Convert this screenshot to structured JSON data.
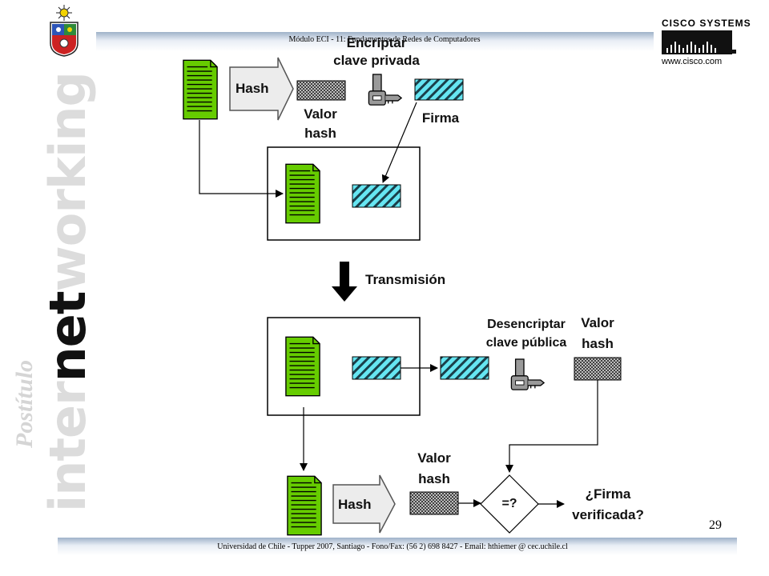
{
  "header": {
    "course": "Módulo ECI - 11: Fundamentos de Redes de Computadores"
  },
  "footer": {
    "contact": "Universidad de Chile - Tupper 2007, Santiago - Fono/Fax: (56 2) 698 8427 - Email: hthiemer @ cec.uchile.cl"
  },
  "page_number": "29",
  "sidebar": {
    "word_pre": "inter",
    "word_mid": "net",
    "word_post": "working",
    "subtitle": "Postítulo"
  },
  "logos": {
    "cisco_name": "CISCO SYSTEMS",
    "cisco_url": "www.cisco.com",
    "university_seal": "coat-of-arms-icon"
  },
  "diagram": {
    "hash_top": "Hash",
    "encrypt_title": "Encriptar",
    "encrypt_sub": "clave privada",
    "hash_value_top_1": "Valor",
    "hash_value_top_2": "hash",
    "signature": "Firma",
    "transmission": "Transmisión",
    "decrypt_title": "Desencriptar",
    "decrypt_sub": "clave pública",
    "hash_value_right_1": "Valor",
    "hash_value_right_2": "hash",
    "hash_value_bottom_1": "Valor",
    "hash_value_bottom_2": "hash",
    "hash_bottom": "Hash",
    "compare": "=?",
    "verified_1": "¿Firma",
    "verified_2": "verificada?"
  },
  "colors": {
    "document": "#66cc00",
    "signature": "#66e6f2",
    "hash_block": "#9a9a9a",
    "key": "#9a9a9a"
  }
}
